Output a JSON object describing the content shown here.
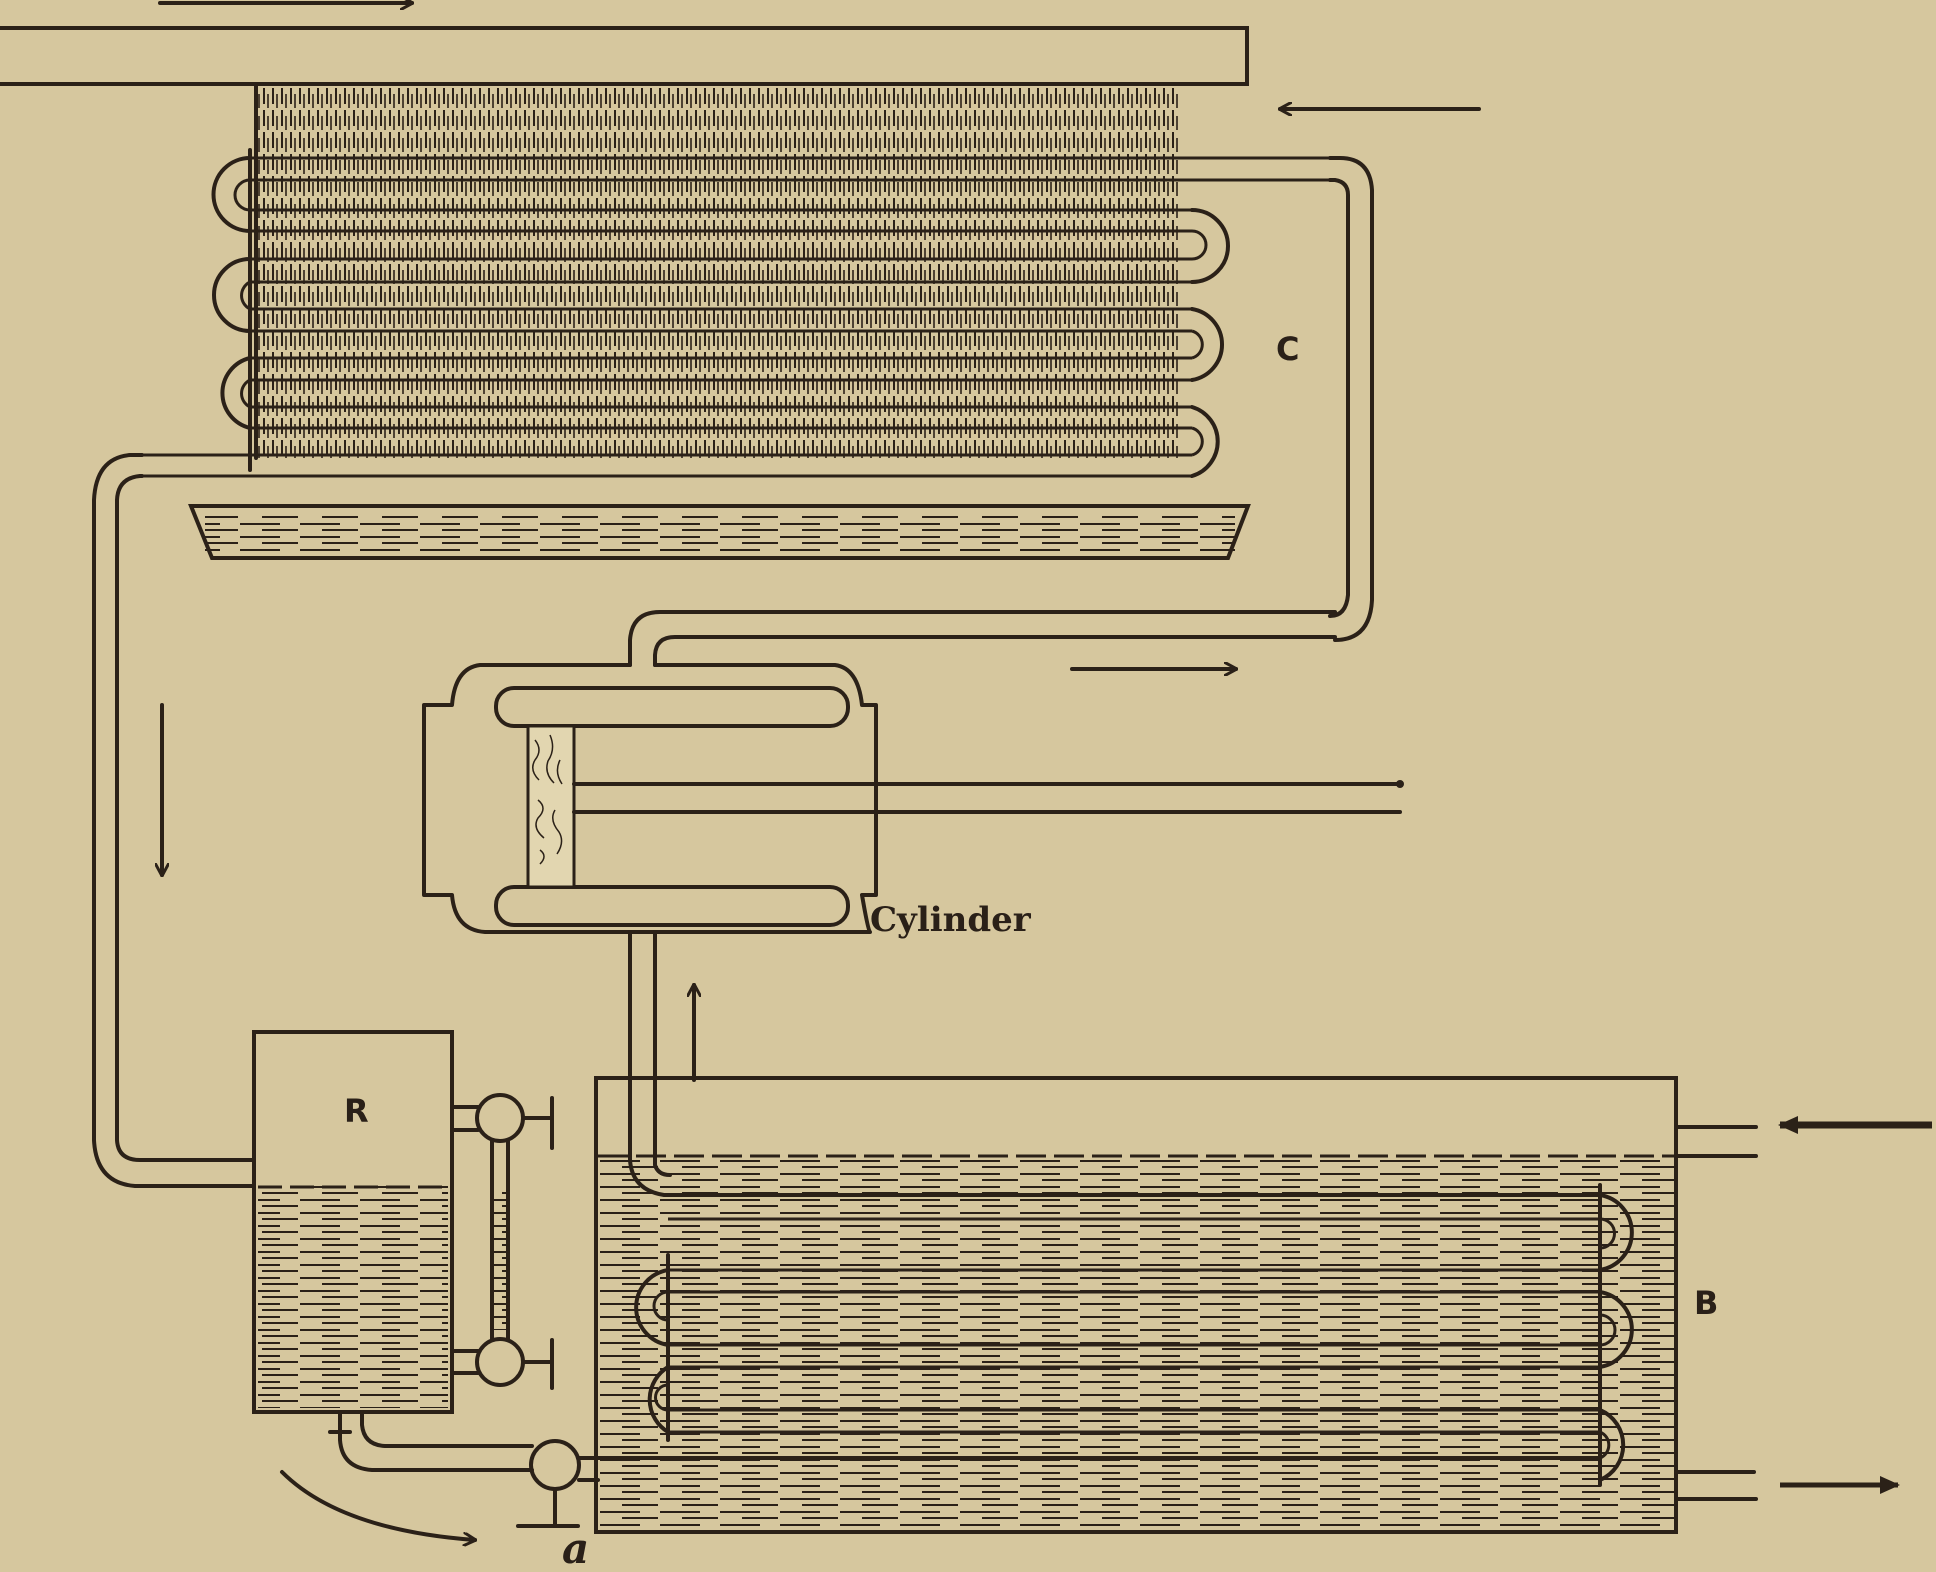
{
  "figure": {
    "type": "refrigeration system schematic",
    "colors": {
      "paper": "#d6c79e",
      "ink": "#2b2118"
    },
    "labels": {
      "condenser": "C",
      "cylinder": "Cylinder",
      "receiver": "R",
      "brine_tank": "B",
      "valve": "a"
    },
    "flow_arrows": [
      {
        "name": "top-inflow-arrow",
        "direction": "right"
      },
      {
        "name": "condenser-water-arrow",
        "direction": "left"
      },
      {
        "name": "discharge-arrow",
        "direction": "right"
      },
      {
        "name": "liquid-down-arrow",
        "direction": "down"
      },
      {
        "name": "suction-up-arrow",
        "direction": "up"
      },
      {
        "name": "brine-inlet-arrow",
        "direction": "left"
      },
      {
        "name": "brine-outlet-arrow",
        "direction": "right"
      },
      {
        "name": "expansion-curve-arrow",
        "direction": "right"
      }
    ],
    "components": [
      "condenser-coil",
      "drip-tray",
      "compressor-cylinder",
      "receiver",
      "gauge-glass",
      "expansion-valve",
      "brine-tank",
      "evaporator-coil"
    ]
  }
}
